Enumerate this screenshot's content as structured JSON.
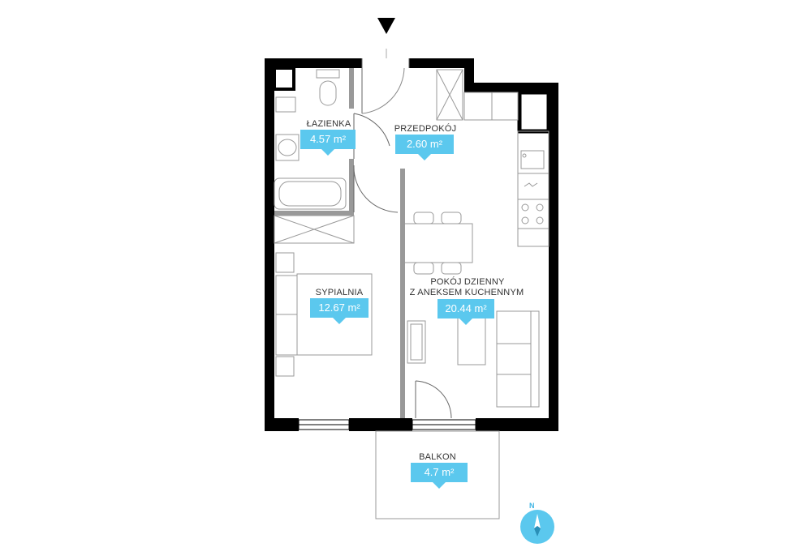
{
  "rooms": {
    "bathroom": {
      "name": "ŁAZIENKA",
      "area": "4.57 m²"
    },
    "hallway": {
      "name": "PRZEDPOKÓJ",
      "area": "2.60 m²"
    },
    "bedroom": {
      "name": "SYPIALNIA",
      "area": "12.67 m²"
    },
    "living": {
      "name_line1": "POKÓJ DZIENNY",
      "name_line2": "Z ANEKSEM KUCHENNYM",
      "area": "20.44 m²"
    },
    "balcony": {
      "name": "BALKON",
      "area": "4.7 m²"
    }
  },
  "compass": {
    "letter": "N"
  },
  "colors": {
    "accent": "#5bc8ee",
    "wall": "#000000",
    "furniture": "#bbbbbb",
    "partition": "#999999"
  }
}
